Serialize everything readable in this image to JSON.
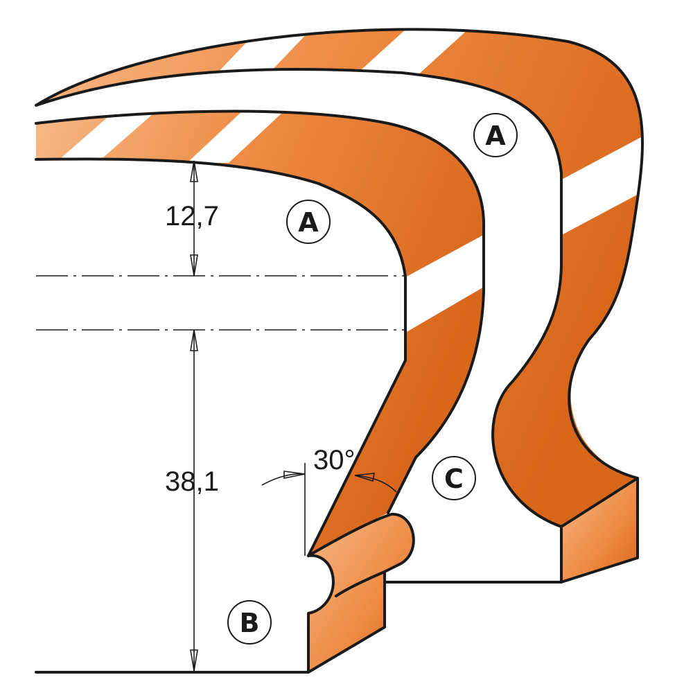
{
  "labels": {
    "a_top": "A",
    "a_mid": "A",
    "b": "B",
    "c": "C"
  },
  "dimensions": {
    "top": "12,7",
    "height": "38,1",
    "angle": "30°"
  },
  "colors": {
    "orange_light": "#f6b887",
    "orange": "#ee8a42",
    "orange_dark": "#d8661b",
    "outline": "#1a1a1a"
  }
}
